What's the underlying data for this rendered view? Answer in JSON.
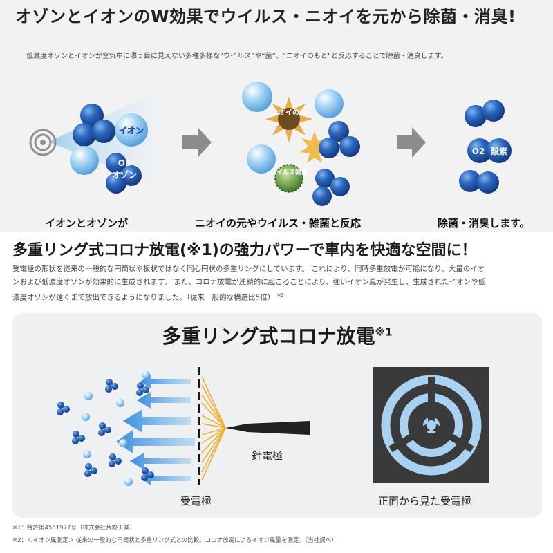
{
  "header": {
    "title": "オゾンとイオンのW効果でウイルス・ニオイを元から除菌・消臭!",
    "subtitle": "低濃度オゾンとイオンが空気中に漂う目に見えない多種多様な“ウイルス”や“菌”、“ニオイのもと”と反応することで除菌・消臭します。"
  },
  "steps": [
    {
      "caption": "イオンとオゾンが",
      "labels": {
        "ion": "イオン",
        "ozone_formula": "O3",
        "ozone": "オゾン"
      }
    },
    {
      "caption": "ニオイの元やウイルス・雑菌と反応",
      "labels": {
        "odor": "ニオイの元",
        "virus": "ウイルス雑菌"
      }
    },
    {
      "caption": "除菌・消臭します。",
      "labels": {
        "oxygen_formula": "O2",
        "oxygen": "酸素"
      }
    }
  ],
  "section": {
    "title": "多重リング式コロナ放電(※1)の強力パワーで車内を快適な空間に！",
    "body_lines": [
      "受電極の形状を従来の一般的な円筒状や板状ではなく同心円状の多重リングにしています。 これにより、同時多重放電が可能になり、大量のイオ",
      "ンおよび低濃度オゾンが効果的に生成されます。 また、コロナ放電が連鎖的に起こることにより、強いイオン風が発生し、生成されたイオンや低",
      "濃度オゾンが遠くまで放出できるようになりました。（従来一般的な構造比5倍）"
    ],
    "body_note": "※2"
  },
  "diagram": {
    "title": "多重リング式コロナ放電",
    "title_note": "※1",
    "needle_label": "針電極",
    "receiver_label": "受電極",
    "front_label": "正面から見た受電極"
  },
  "footnotes": [
    "※1：特許第4551977号（株式会社片野工業）",
    "※2：＜イオン風測定＞ 従来の一般的な円筒状と多重リング式との比較。コロナ放電によるイオン風量を測定。（当社調べ）"
  ],
  "colors": {
    "molecule_dark": "#1f4e9e",
    "molecule_light": "#8fc6ec",
    "arrow_gray": "#8c8c8c",
    "arrow_blue": "#4aa3e6",
    "spark": "#f0b030",
    "electrode_box": "#3a3a3a",
    "electrode_ring": "#a9d1f2"
  }
}
